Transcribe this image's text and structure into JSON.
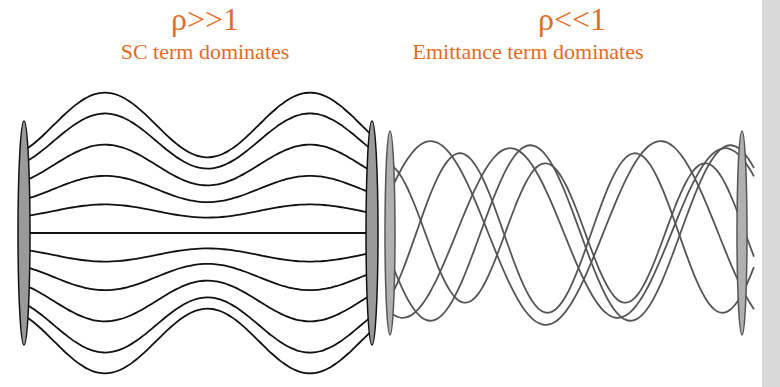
{
  "diagram": {
    "labels": [
      "ρ>>1",
      "SC term dominates",
      "ρ<<1",
      "Emittance term dominates"
    ]
  }
}
